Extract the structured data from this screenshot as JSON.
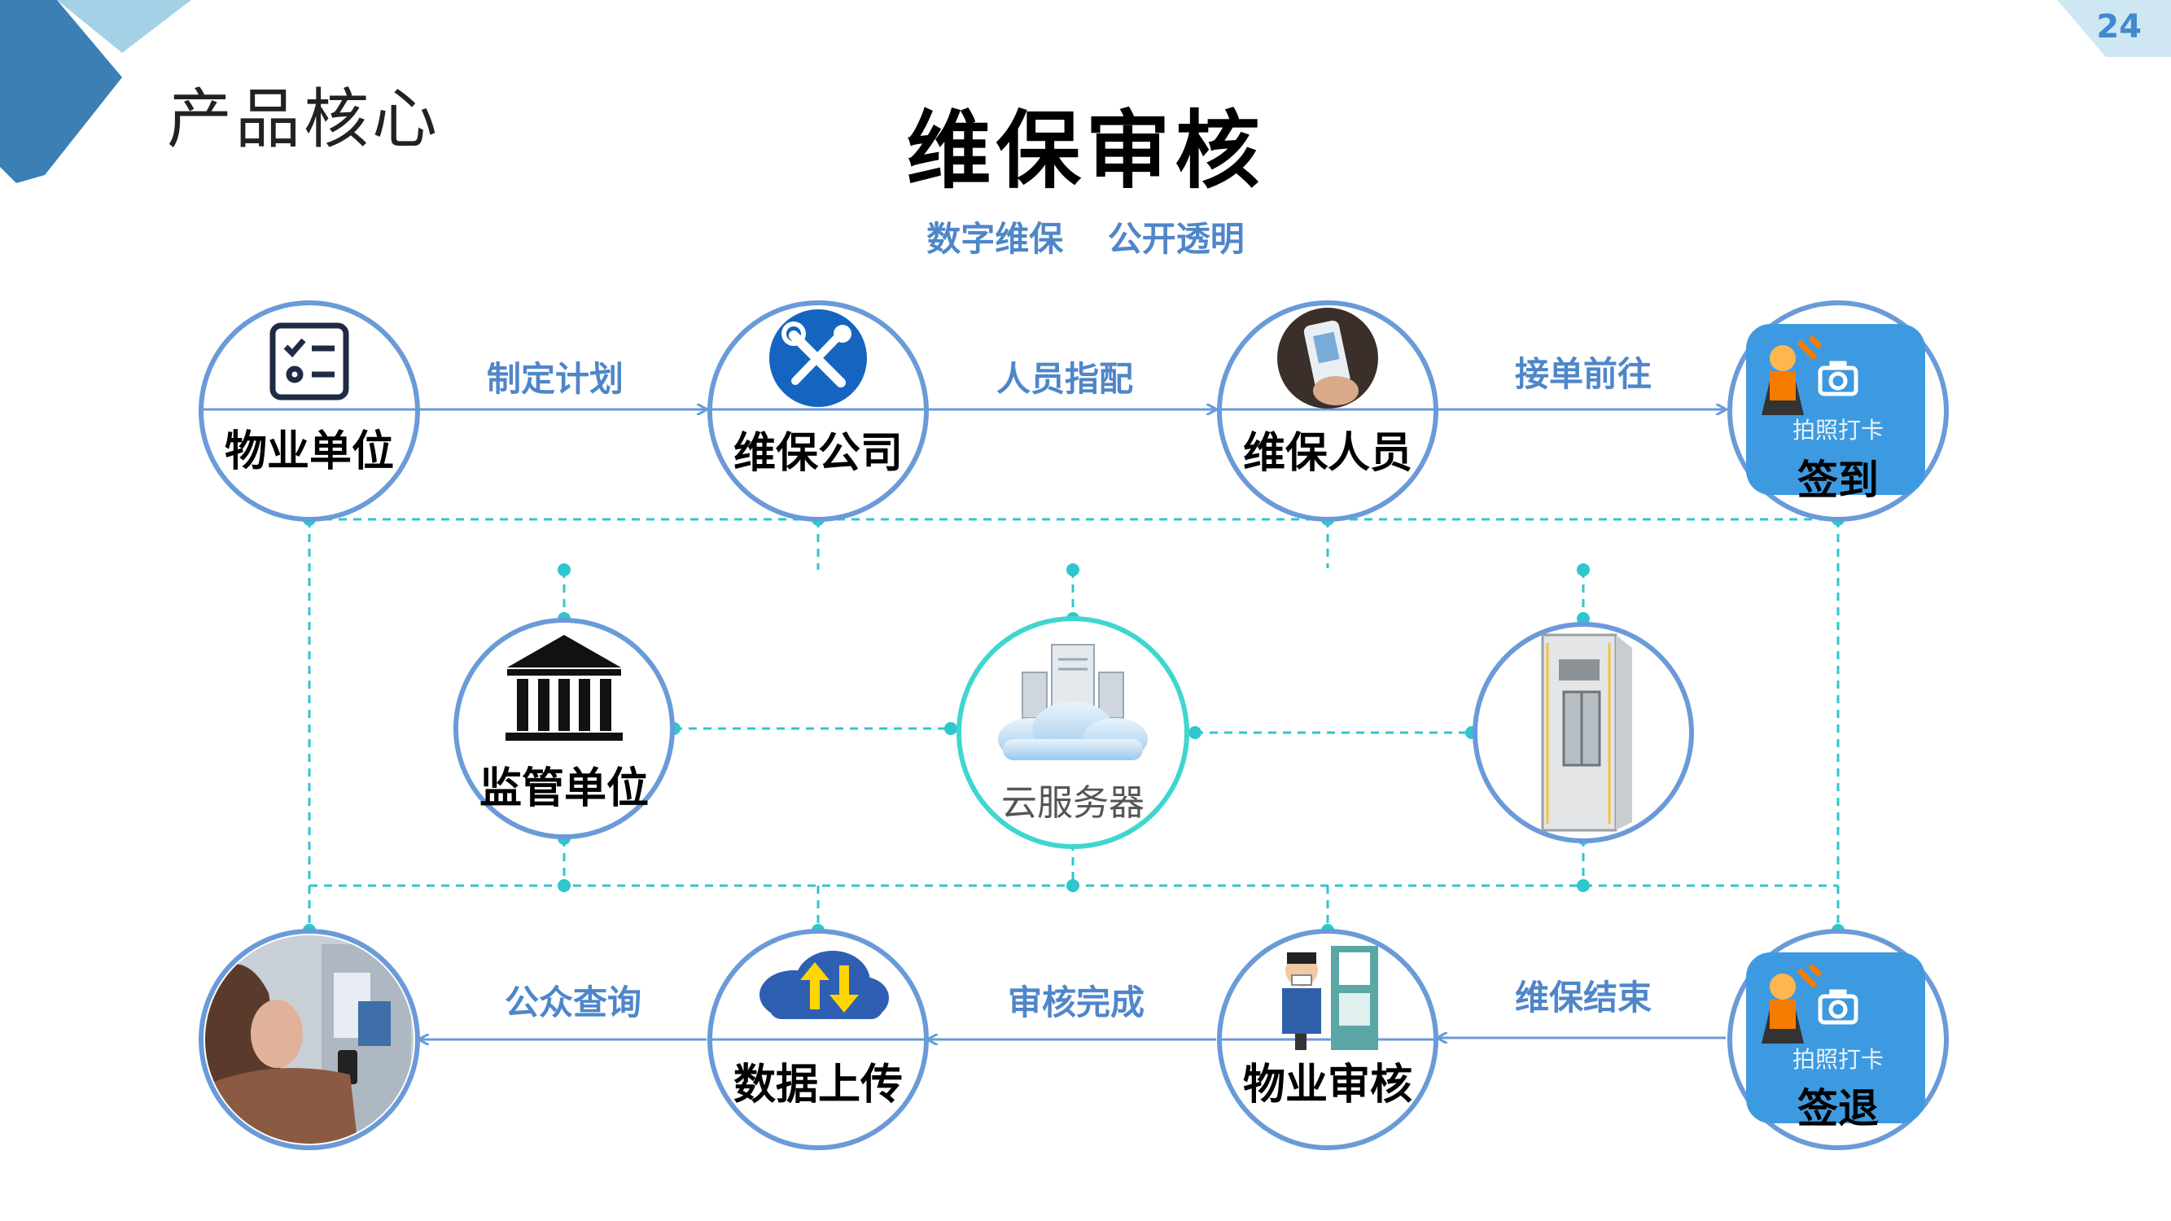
{
  "header": {
    "section_title": "产品核心",
    "main_title": "维保审核",
    "subtitle": "数字维保 公开透明",
    "page_number": "24"
  },
  "colors": {
    "accent": "#4f86c9",
    "circle_border": "#6a9ad8",
    "dashed": "#2fc6cf",
    "card": "#3d9ae0",
    "corner": "#3b7fb4"
  },
  "nodes": {
    "property_unit": "物业单位",
    "maintenance_company": "维保公司",
    "maintenance_staff": "维保人员",
    "checkin": {
      "top": "拍照打卡",
      "label": "签到"
    },
    "regulator": "监管单位",
    "cloud_server": "云服务器",
    "elevator": "",
    "public_view": "",
    "data_upload": "数据上传",
    "property_review": "物业审核",
    "checkout": {
      "top": "拍照打卡",
      "label": "签退"
    }
  },
  "edges": {
    "make_plan": "制定计划",
    "assign_staff": "人员指配",
    "accept_order": "接单前往",
    "maintenance_end": "维保结束",
    "review_complete": "审核完成",
    "public_query": "公众查询"
  },
  "icons": [
    "checklist-icon",
    "tools-icon",
    "phone-photo-icon",
    "worker-icon",
    "camera-icon",
    "government-building-icon",
    "server-cloud-icon",
    "elevator-shaft-icon",
    "face-scan-icon",
    "cloud-upload-icon"
  ]
}
